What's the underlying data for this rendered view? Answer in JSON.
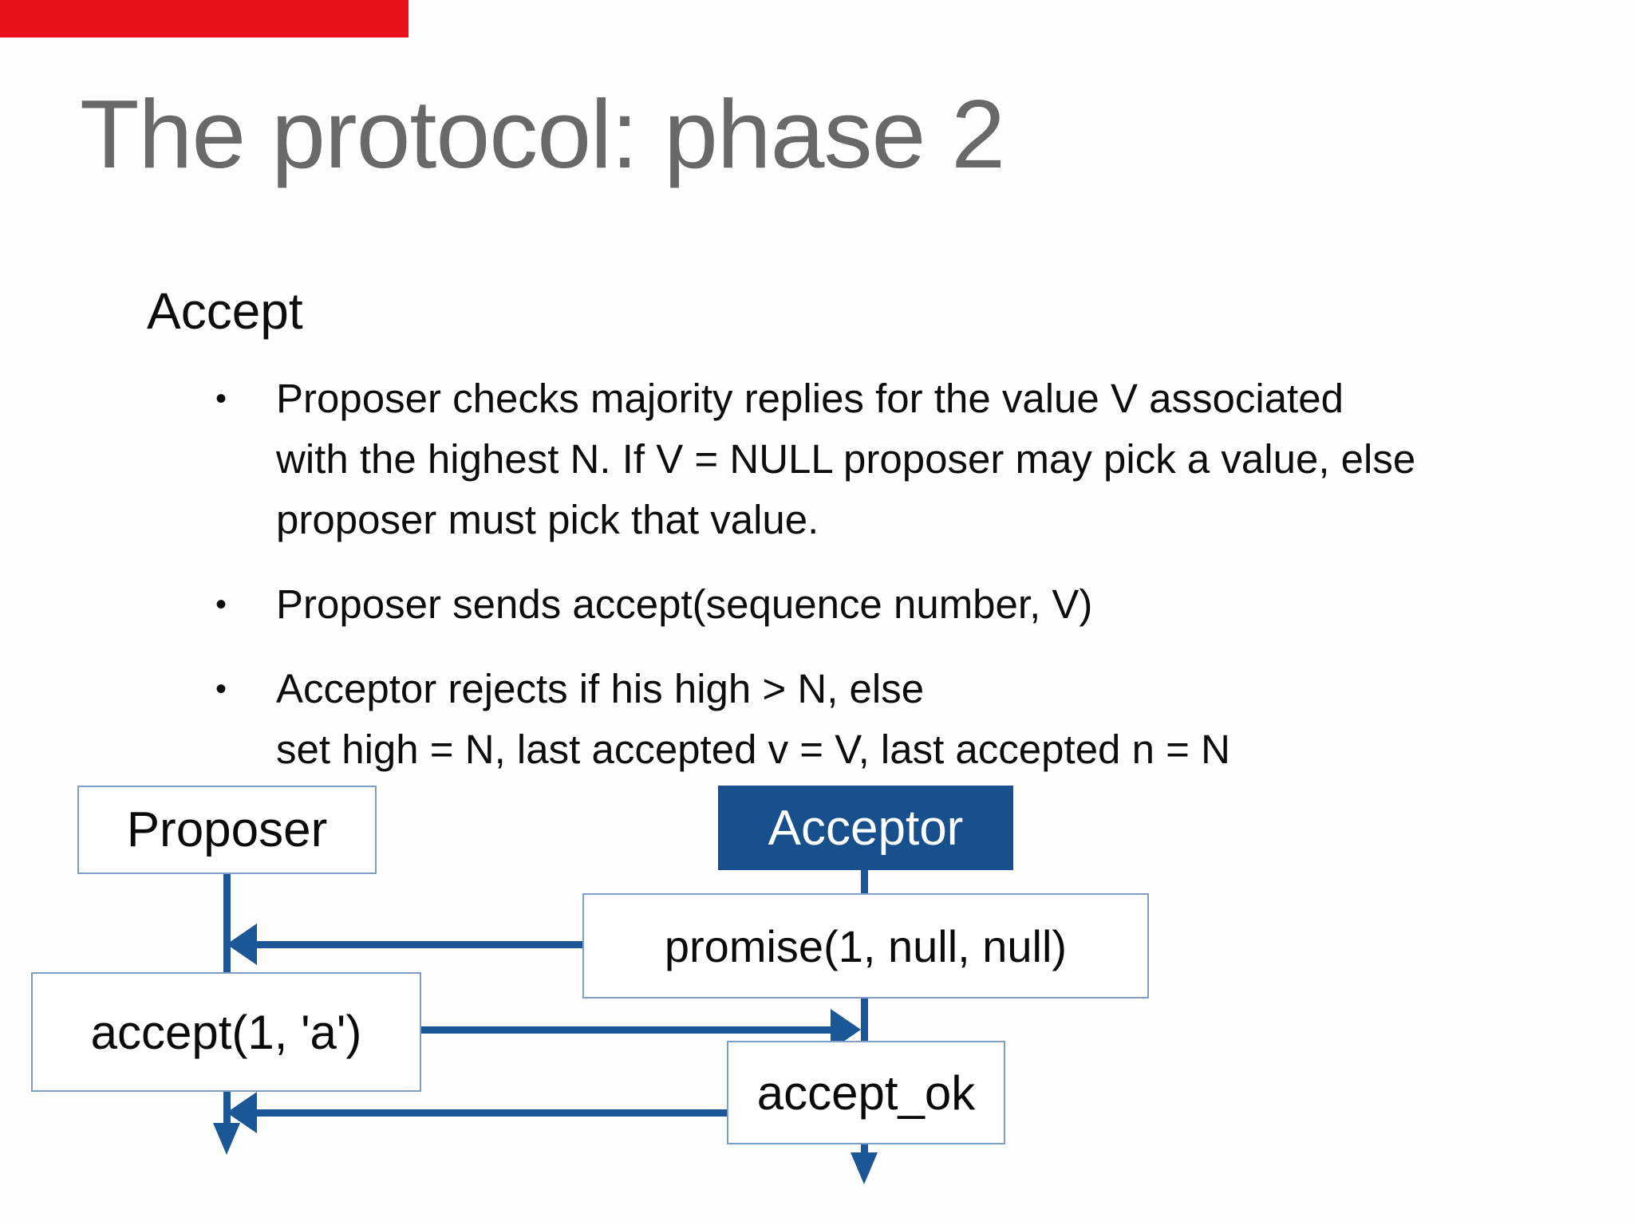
{
  "slide": {
    "title": "The protocol: phase 2",
    "section_heading": "Accept",
    "bullet_char": "•",
    "bullets": [
      {
        "lines": [
          "Proposer checks majority replies for the value V associated",
          "with the highest N. If V = NULL proposer may pick a value, else",
          "proposer must pick that value."
        ]
      },
      {
        "lines": [
          "Proposer sends accept(sequence number, V)"
        ]
      },
      {
        "lines": [
          "Acceptor rejects if his high > N, else",
          "set high = N, last accepted v = V, last accepted n = N"
        ]
      }
    ]
  },
  "diagram": {
    "actors": [
      {
        "name": "Proposer",
        "style": "outlined"
      },
      {
        "name": "Acceptor",
        "style": "filled-blue"
      }
    ],
    "messages": [
      {
        "label": "promise(1, null, null)",
        "from": "Acceptor",
        "to": "Proposer"
      },
      {
        "label": "accept(1, 'a')",
        "from": "Proposer",
        "to": "Acceptor"
      },
      {
        "label": "accept_ok",
        "from": "Acceptor",
        "to": "Proposer"
      }
    ]
  },
  "progress_bar": {
    "fraction_visible": "25%"
  },
  "colors": {
    "title_gray": "#696969",
    "acceptor_fill": "#17508C",
    "diagram_blue": "#1B5796",
    "box_border": "#7E9EC4",
    "progress_red": "#E8121D"
  }
}
